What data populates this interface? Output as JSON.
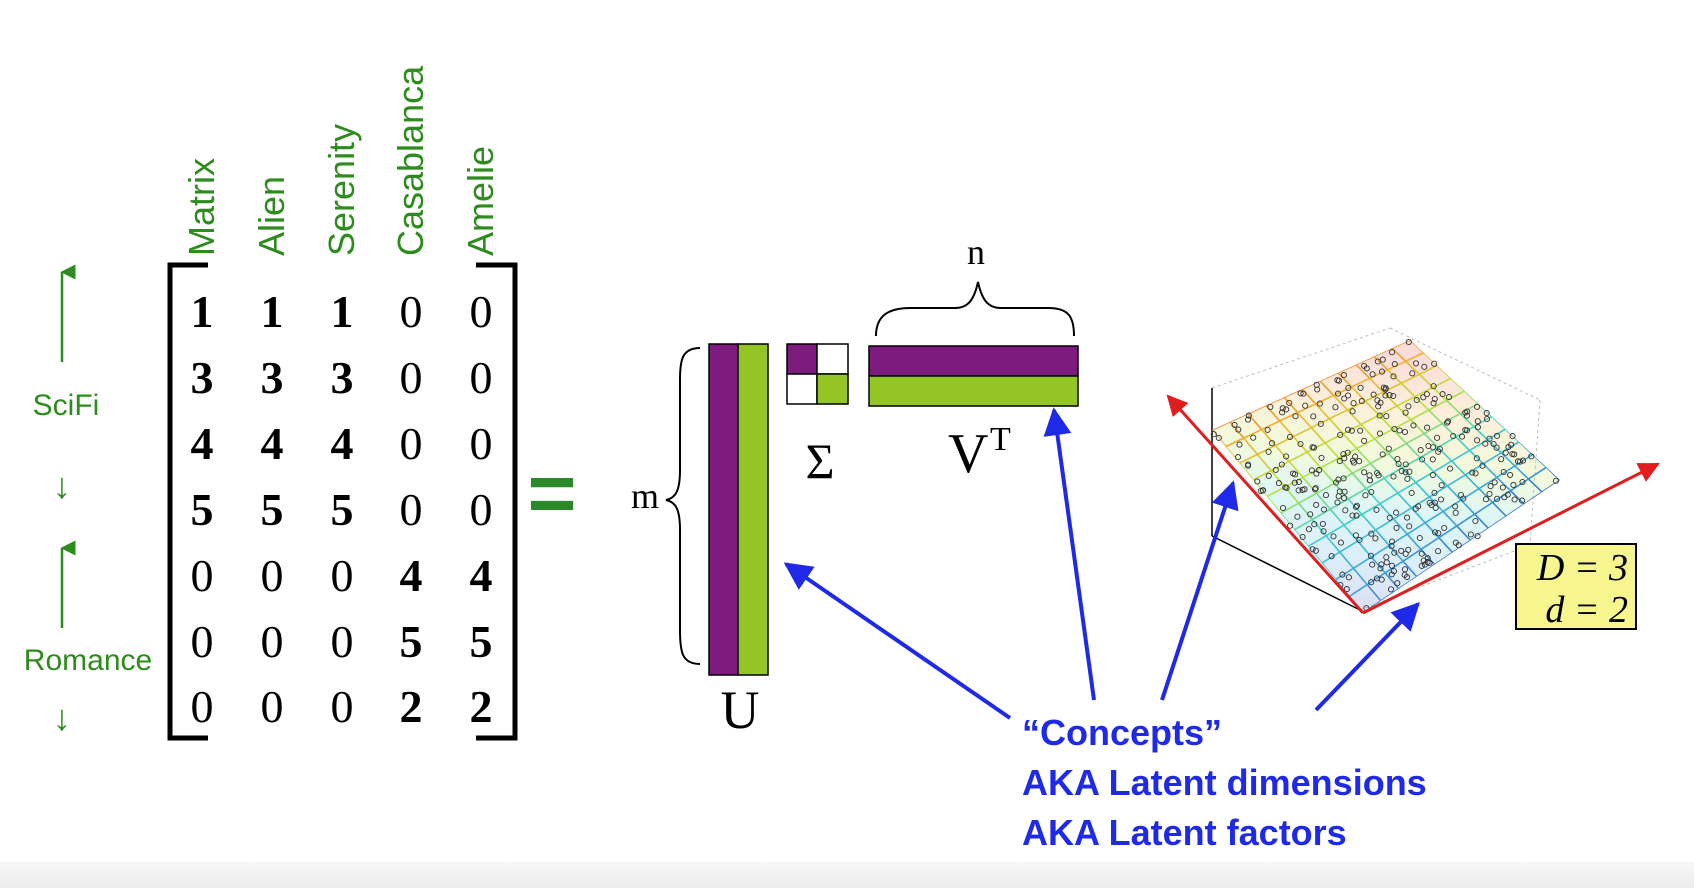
{
  "movies": [
    "Matrix",
    "Alien",
    "Serenity",
    "Casablanca",
    "Amelie"
  ],
  "genres": {
    "scifi": "SciFi",
    "romance": "Romance"
  },
  "matrix": [
    [
      1,
      1,
      1,
      0,
      0
    ],
    [
      3,
      3,
      3,
      0,
      0
    ],
    [
      4,
      4,
      4,
      0,
      0
    ],
    [
      5,
      5,
      5,
      0,
      0
    ],
    [
      0,
      0,
      0,
      4,
      4
    ],
    [
      0,
      0,
      0,
      5,
      5
    ],
    [
      0,
      0,
      0,
      2,
      2
    ]
  ],
  "bold_cells": [
    [
      1,
      1,
      1,
      0,
      0
    ],
    [
      1,
      1,
      1,
      0,
      0
    ],
    [
      1,
      1,
      1,
      0,
      0
    ],
    [
      1,
      1,
      1,
      0,
      0
    ],
    [
      0,
      0,
      0,
      1,
      1
    ],
    [
      0,
      0,
      0,
      1,
      1
    ],
    [
      0,
      0,
      0,
      1,
      1
    ]
  ],
  "equals": "=",
  "svd": {
    "m_label": "m",
    "n_label": "n",
    "u_label": "U",
    "sigma_label": "Σ",
    "vt_base": "V",
    "vt_sup": "T"
  },
  "concepts": {
    "line1": "“Concepts”",
    "line2": "AKA Latent dimensions",
    "line3": "AKA Latent factors"
  },
  "dims_box": {
    "big_d": "D = 3",
    "small_d": "d = 2"
  },
  "colors": {
    "green_text": "#2e8b1e",
    "equals_green": "#2a8a2a",
    "purple": "#7e1b7e",
    "lime": "#93c524",
    "blue": "#1f2ae8",
    "arrow_red": "#e01e1e",
    "box_yellow": "#f7f68e"
  },
  "icons": {
    "up_arrow": "arrow-up-icon",
    "down_arrow": "arrow-down-icon"
  }
}
